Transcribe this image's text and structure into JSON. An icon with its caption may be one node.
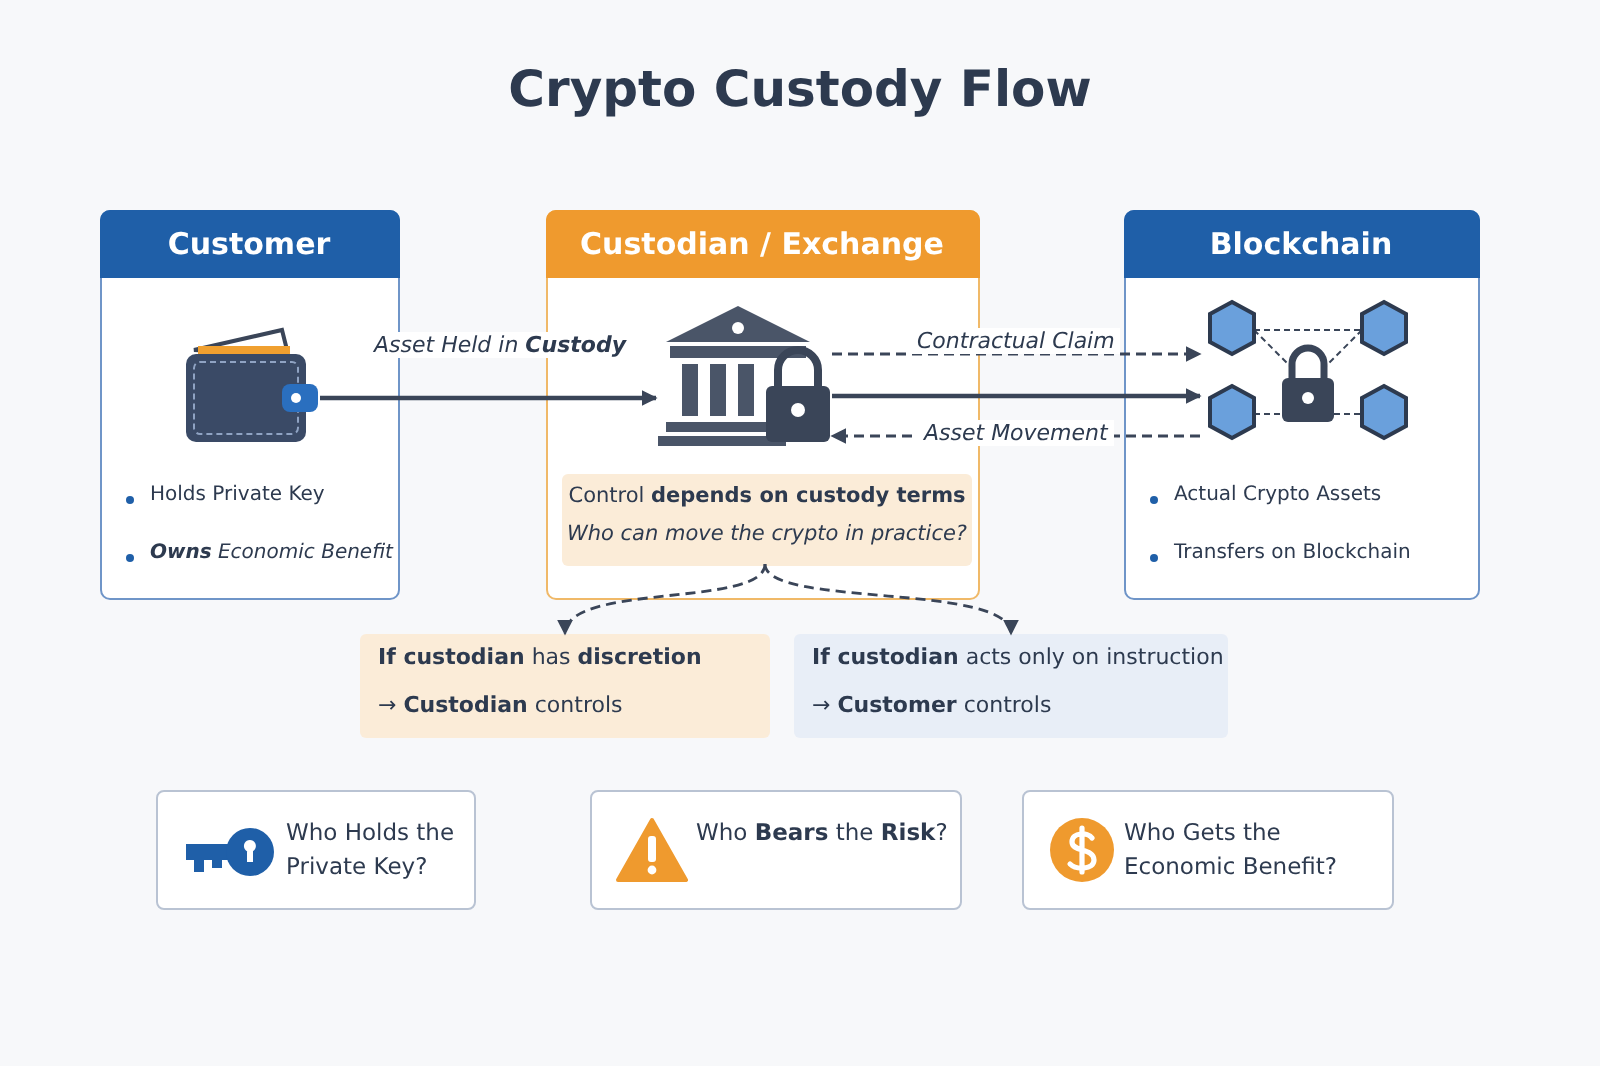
{
  "diagram": {
    "title": "Crypto Custody Flow",
    "nodes": [
      {
        "text": [
          "Customer",
          "Holds Private Key",
          "**Owns** Economic Benefit"
        ]
      },
      {
        "text": [],
        "shape": "picture",
        "in": 0
      },
      {
        "text": [
          "Custodian / Exchange"
        ]
      },
      {
        "text": [],
        "shape": "picture",
        "in": 2
      },
      {
        "text": [
          "Control **depends on custody terms**",
          "Who can move the crypto in practice?"
        ],
        "in": 2
      },
      {
        "text": [
          "Blockchain",
          "Actual Crypto Assets",
          "Transfers on Blockchain"
        ]
      },
      {
        "text": [],
        "shape": "picture",
        "in": 5
      },
      {
        "text": [
          "**If custodian** has **discretion**",
          "→ **Custodian** controls"
        ]
      },
      {
        "text": [
          "**If custodian** acts only on instruction",
          "→ **Customer** controls"
        ]
      },
      {
        "text": [
          "Who Holds the Private Key?"
        ]
      },
      {
        "text": [
          "Who **Bears** the **Risk**?"
        ]
      },
      {
        "text": [
          "Who Gets the Economic Benefit?"
        ]
      }
    ],
    "edges": [
      {
        "from": 1,
        "to": 3,
        "arrow": "to",
        "label": "Asset Held in **Custody**"
      },
      {
        "from": 3,
        "to": 6,
        "arrow": "to",
        "style": "dashed",
        "label": "Contractual Claim"
      },
      {
        "from": 3,
        "to": 6,
        "arrow": "to"
      },
      {
        "from": 6,
        "to": 3,
        "arrow": "to",
        "style": "dashed",
        "label": "Asset Movement"
      },
      {
        "from": 4,
        "to": 7,
        "arrow": "to",
        "style": "dashed"
      },
      {
        "from": 4,
        "to": 8,
        "arrow": "to",
        "style": "dashed"
      }
    ]
  }
}
